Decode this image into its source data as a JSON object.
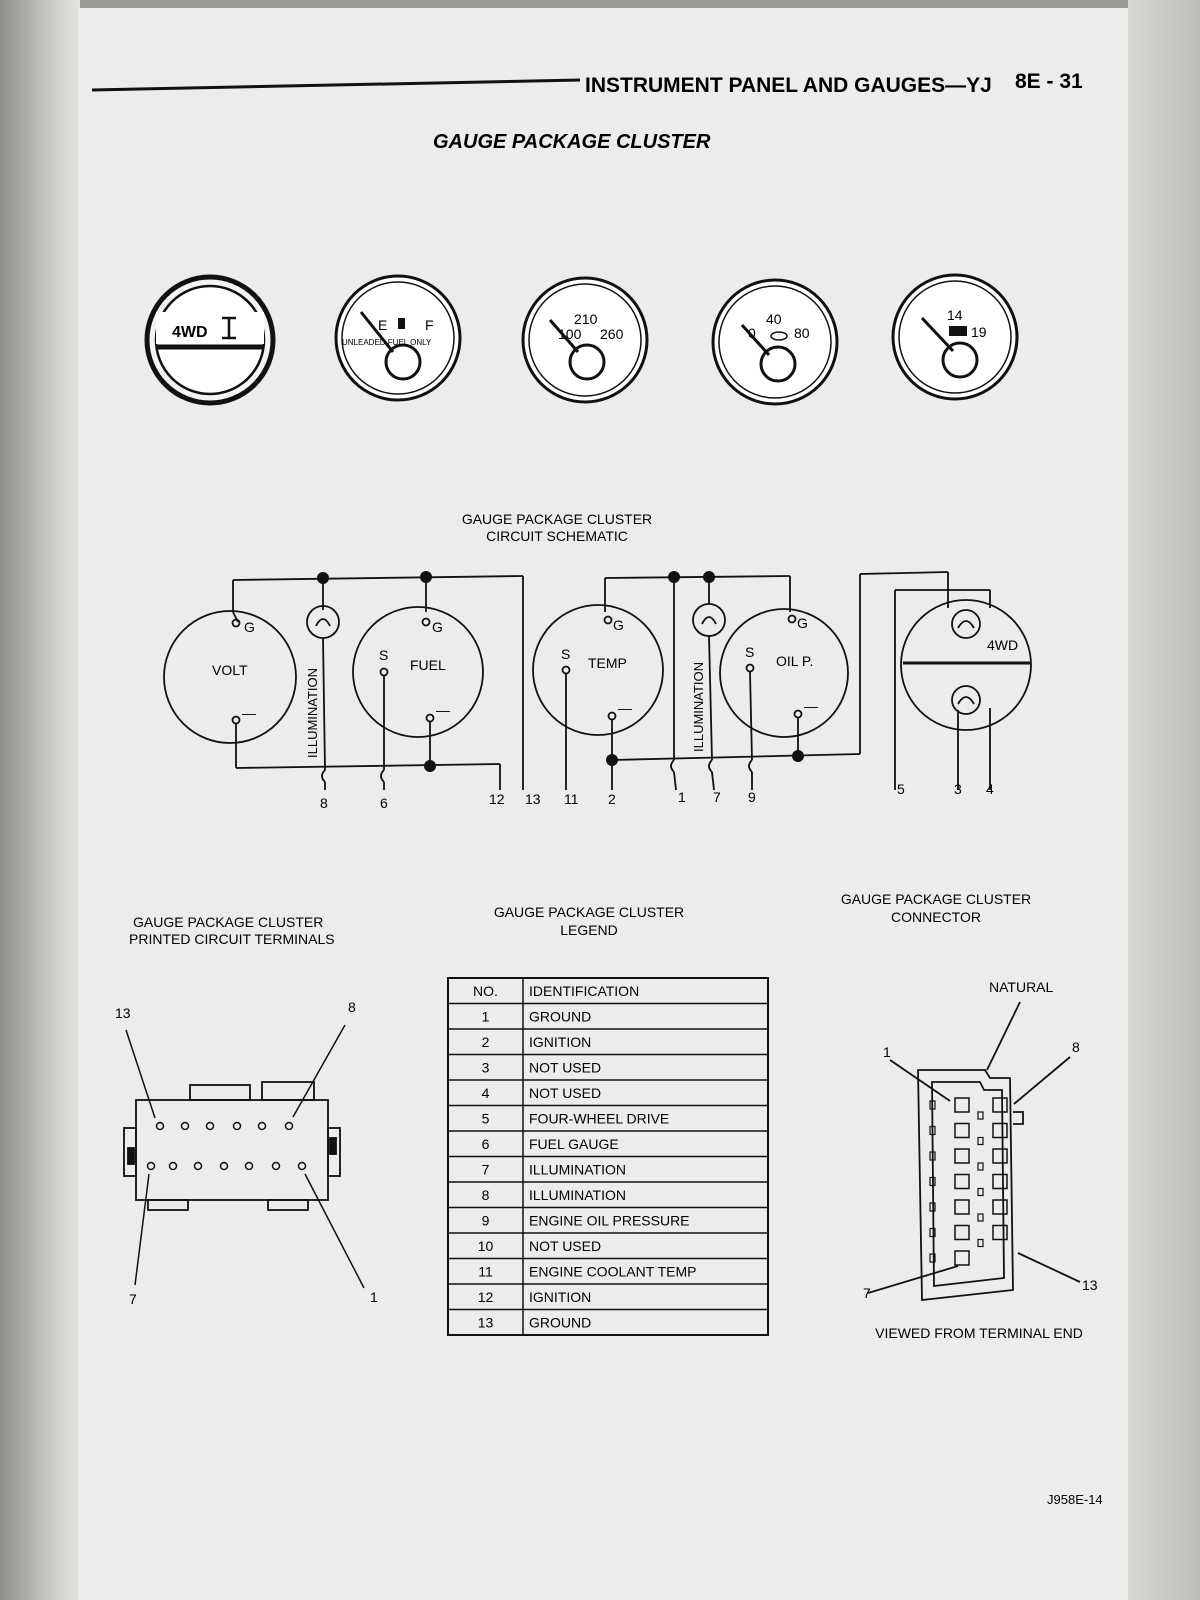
{
  "header": {
    "section_title": "INSTRUMENT PANEL AND GAUGES—YJ",
    "page_number": "8E - 31"
  },
  "figure_title": "GAUGE PACKAGE CLUSTER",
  "gauges": {
    "fourwd_label": "4WD",
    "fuel": {
      "e": "E",
      "f": "F",
      "note": "UNLEADED FUEL ONLY"
    },
    "temp": {
      "mid": "210",
      "low": "100",
      "high": "260"
    },
    "oil": {
      "mid": "40",
      "low": "0",
      "high": "80"
    },
    "volt": {
      "mid": "14",
      "high": "19"
    }
  },
  "schematic": {
    "title_line1": "GAUGE PACKAGE CLUSTER",
    "title_line2": "CIRCUIT SCHEMATIC",
    "volt": "VOLT",
    "fuel": "FUEL",
    "temp": "TEMP",
    "oil": "OIL P.",
    "fourwd": "4WD",
    "illumination": "ILLUMINATION",
    "g": "G",
    "s": "S",
    "minus": "—",
    "terminals": [
      "8",
      "6",
      "12",
      "13",
      "11",
      "2",
      "1",
      "7",
      "9",
      "5",
      "3",
      "4"
    ]
  },
  "pcb": {
    "title_line1": "GAUGE PACKAGE CLUSTER",
    "title_line2": "PRINTED CIRCUIT TERMINALS",
    "callouts": {
      "top_left": "13",
      "top_right": "8",
      "bottom_left": "7",
      "bottom_right": "1"
    }
  },
  "legend": {
    "title_line1": "GAUGE PACKAGE CLUSTER",
    "title_line2": "LEGEND",
    "col_no": "NO.",
    "col_id": "IDENTIFICATION",
    "rows": [
      {
        "no": "1",
        "id": "GROUND"
      },
      {
        "no": "2",
        "id": "IGNITION"
      },
      {
        "no": "3",
        "id": "NOT USED"
      },
      {
        "no": "4",
        "id": "NOT USED"
      },
      {
        "no": "5",
        "id": "FOUR-WHEEL DRIVE"
      },
      {
        "no": "6",
        "id": "FUEL GAUGE"
      },
      {
        "no": "7",
        "id": "ILLUMINATION"
      },
      {
        "no": "8",
        "id": "ILLUMINATION"
      },
      {
        "no": "9",
        "id": "ENGINE OIL PRESSURE"
      },
      {
        "no": "10",
        "id": "NOT USED"
      },
      {
        "no": "11",
        "id": "ENGINE COOLANT TEMP"
      },
      {
        "no": "12",
        "id": "IGNITION"
      },
      {
        "no": "13",
        "id": "GROUND"
      }
    ]
  },
  "connector": {
    "title_line1": "GAUGE PACKAGE CLUSTER",
    "title_line2": "CONNECTOR",
    "natural": "NATURAL",
    "callouts": {
      "top_left": "1",
      "top_right": "8",
      "bottom_left": "7",
      "bottom_right": "13"
    },
    "caption": "VIEWED FROM TERMINAL END"
  },
  "figure_id": "J958E-14"
}
